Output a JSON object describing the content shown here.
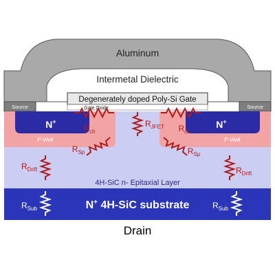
{
  "labels": {
    "aluminum": "Aluminum",
    "dielectric": "Intermetal Dielectric",
    "gate": "Degenerately doped Poly-Si Gate",
    "gate_oxide": "Gate Oxide",
    "source_left": "Source",
    "source_right": "Source",
    "nplus_left": "N",
    "nplus_right": "N",
    "nplus_sup": "+",
    "pwell_left": "P-Well",
    "pwell_right": "P-Well",
    "epi_layer": "4H-SiC n- Epitaxial Layer",
    "substrate": "4H-SiC substrate",
    "substrate_prefix": "N",
    "substrate_sup": "+",
    "drain": "Drain"
  },
  "resistors": {
    "r_letter": "R",
    "rch": "ch",
    "rjfet": "JFET",
    "rsp": "Sp",
    "rdrift": "Drift",
    "rsub": "Sub"
  },
  "colors": {
    "aluminum": "#a9a9a9",
    "dielectric": "#ffffff",
    "source_metal": "#7f7f7f",
    "nplus": "#2b2ba6",
    "pwell": "#f2a3a3",
    "epi": "#cccdf3",
    "substrate": "#2a35b8",
    "resistor": "#b01c1c"
  }
}
